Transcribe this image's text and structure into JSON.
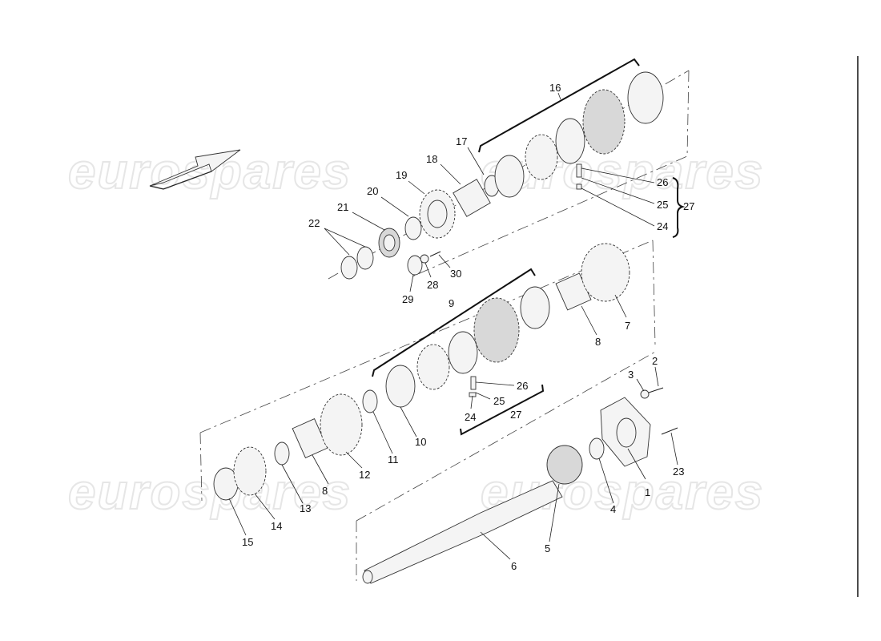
{
  "watermark": {
    "text": "eurospares"
  },
  "callouts": {
    "c1": "1",
    "c2": "2",
    "c3": "3",
    "c4": "4",
    "c5": "5",
    "c6": "6",
    "c7": "7",
    "c8a": "8",
    "c8b": "8",
    "c9": "9",
    "c10": "10",
    "c11": "11",
    "c12": "12",
    "c13": "13",
    "c14": "14",
    "c15": "15",
    "c16": "16",
    "c17": "17",
    "c18": "18",
    "c19": "19",
    "c20": "20",
    "c21": "21",
    "c22": "22",
    "c23": "23",
    "c24a": "24",
    "c24b": "24",
    "c25a": "25",
    "c25b": "25",
    "c26a": "26",
    "c26b": "26",
    "c27a": "27",
    "c27b": "27",
    "c28": "28",
    "c29": "29",
    "c30": "30"
  }
}
